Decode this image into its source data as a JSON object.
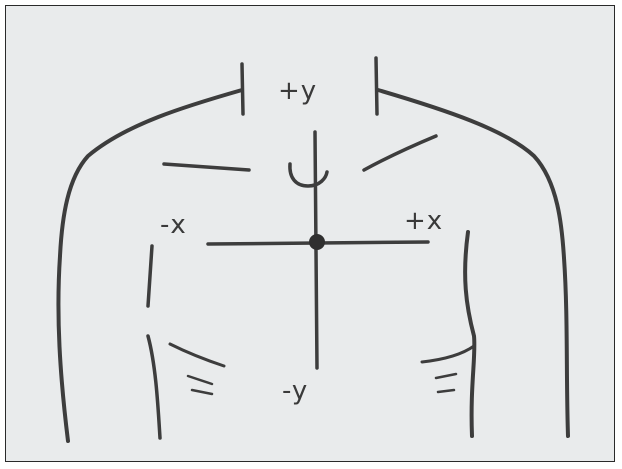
{
  "diagram": {
    "labels": {
      "plus_y": "+y",
      "minus_y": "-y",
      "minus_x": "-x",
      "plus_x": "+x"
    },
    "colors": {
      "paper": "#e9ebec",
      "pencil": "#3d3d3d",
      "frame": "#2a2a2a"
    }
  }
}
